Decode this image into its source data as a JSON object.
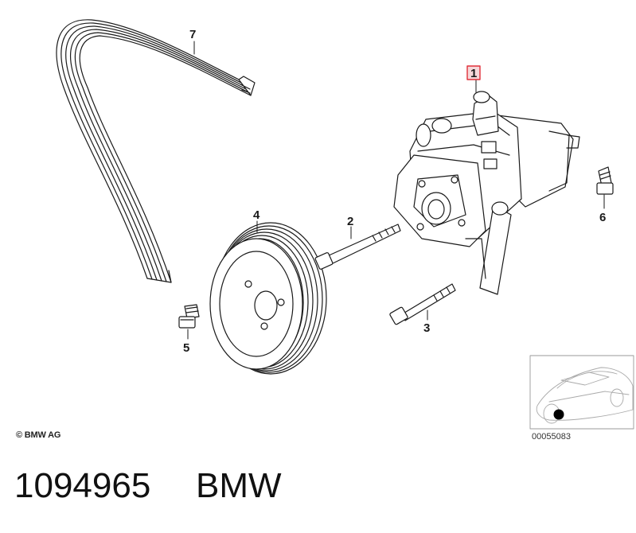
{
  "diagram": {
    "callouts": {
      "c1": "1",
      "c2": "2",
      "c3": "3",
      "c4": "4",
      "c5": "5",
      "c6": "6",
      "c7": "7"
    },
    "highlight_color": "#e0303a",
    "copyright": "© BMW AG",
    "reference_code": "00055083"
  },
  "footer": {
    "part_number": "1094965",
    "brand": "BMW"
  }
}
